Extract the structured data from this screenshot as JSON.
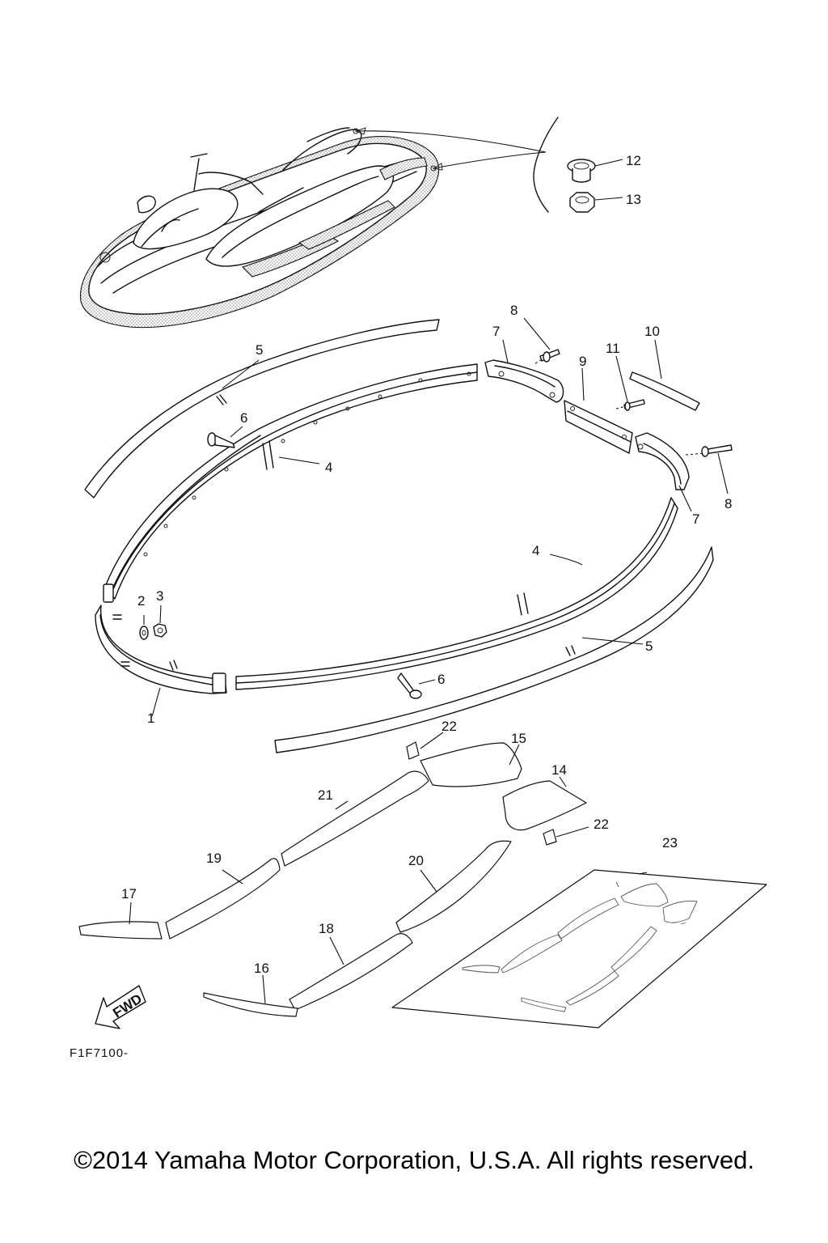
{
  "diagram": {
    "code": "F1F7100-",
    "fwd_label": "FWD",
    "copyright": "©2014 Yamaha Motor Corporation, U.S.A. All rights reserved.",
    "parts": [
      {
        "id": "p1",
        "label": "1"
      },
      {
        "id": "p2",
        "label": "2"
      },
      {
        "id": "p3",
        "label": "3"
      },
      {
        "id": "p4a",
        "label": "4"
      },
      {
        "id": "p4b",
        "label": "4"
      },
      {
        "id": "p5a",
        "label": "5"
      },
      {
        "id": "p5b",
        "label": "5"
      },
      {
        "id": "p6a",
        "label": "6"
      },
      {
        "id": "p6b",
        "label": "6"
      },
      {
        "id": "p7a",
        "label": "7"
      },
      {
        "id": "p7b",
        "label": "7"
      },
      {
        "id": "p8a",
        "label": "8"
      },
      {
        "id": "p8b",
        "label": "8"
      },
      {
        "id": "p9",
        "label": "9"
      },
      {
        "id": "p10",
        "label": "10"
      },
      {
        "id": "p11",
        "label": "11"
      },
      {
        "id": "p12",
        "label": "12"
      },
      {
        "id": "p13",
        "label": "13"
      },
      {
        "id": "p14",
        "label": "14"
      },
      {
        "id": "p15",
        "label": "15"
      },
      {
        "id": "p16",
        "label": "16"
      },
      {
        "id": "p17",
        "label": "17"
      },
      {
        "id": "p18",
        "label": "18"
      },
      {
        "id": "p19",
        "label": "19"
      },
      {
        "id": "p20",
        "label": "20"
      },
      {
        "id": "p21",
        "label": "21"
      },
      {
        "id": "p22a",
        "label": "22"
      },
      {
        "id": "p22b",
        "label": "22"
      },
      {
        "id": "p23",
        "label": "23"
      }
    ]
  }
}
